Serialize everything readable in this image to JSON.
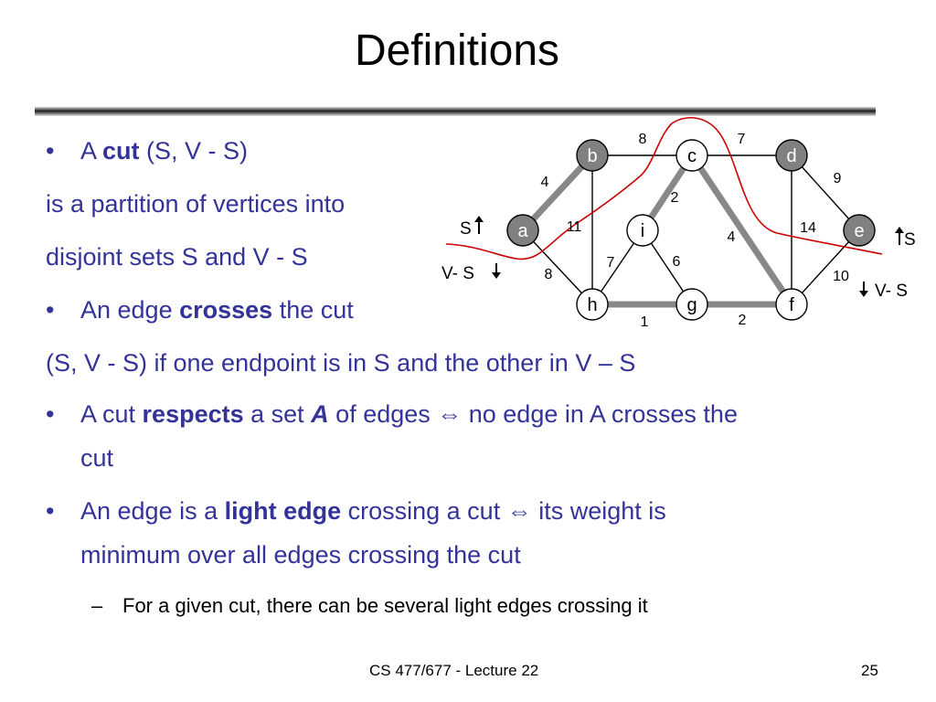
{
  "title": "Definitions",
  "bullets": {
    "b1": {
      "a": "A ",
      "bold": "cut",
      "rest": " (S, V - S)"
    },
    "l2": "is a partition of vertices into",
    "l3": "disjoint sets S and V - S",
    "b2": {
      "a": "An edge ",
      "bold": "crosses",
      "rest": " the cut"
    },
    "l5": "(S, V - S) if one endpoint is in S and the other in V – S",
    "b3": {
      "a": "A cut ",
      "bold": "respects",
      "mid": " a set ",
      "italic": "A",
      "rest": " of edges ⇔ no edge in A crosses the",
      "cont": "cut"
    },
    "b4": {
      "a": "An edge is a ",
      "bold": "light edge",
      "rest": " crossing a cut ⇔ its weight is",
      "cont": "minimum over all edges crossing the cut"
    },
    "sub1": "For a given cut, there can be several light edges crossing it",
    "bullet_char": "•",
    "dash_char": "–"
  },
  "graph": {
    "nodes": [
      {
        "id": "a",
        "label": "a",
        "fill": "#808080",
        "text_color": "#ffffff"
      },
      {
        "id": "b",
        "label": "b",
        "fill": "#808080",
        "text_color": "#ffffff"
      },
      {
        "id": "c",
        "label": "c",
        "fill": "#ffffff",
        "text_color": "#000000"
      },
      {
        "id": "d",
        "label": "d",
        "fill": "#808080",
        "text_color": "#ffffff"
      },
      {
        "id": "e",
        "label": "e",
        "fill": "#808080",
        "text_color": "#ffffff"
      },
      {
        "id": "f",
        "label": "f",
        "fill": "#ffffff",
        "text_color": "#000000"
      },
      {
        "id": "g",
        "label": "g",
        "fill": "#ffffff",
        "text_color": "#000000"
      },
      {
        "id": "h",
        "label": "h",
        "fill": "#ffffff",
        "text_color": "#000000"
      },
      {
        "id": "i",
        "label": "i",
        "fill": "#ffffff",
        "text_color": "#000000"
      }
    ],
    "edges": [
      {
        "from": "a",
        "to": "b",
        "weight": "4",
        "thick": true
      },
      {
        "from": "b",
        "to": "c",
        "weight": "8",
        "thick": false
      },
      {
        "from": "c",
        "to": "d",
        "weight": "7",
        "thick": false
      },
      {
        "from": "d",
        "to": "e",
        "weight": "9",
        "thick": false
      },
      {
        "from": "b",
        "to": "h",
        "weight": "11",
        "thick": false
      },
      {
        "from": "a",
        "to": "h",
        "weight": "8",
        "thick": false
      },
      {
        "from": "c",
        "to": "i",
        "weight": "2",
        "thick": true
      },
      {
        "from": "c",
        "to": "f",
        "weight": "4",
        "thick": true
      },
      {
        "from": "d",
        "to": "f",
        "weight": "14",
        "thick": false
      },
      {
        "from": "e",
        "to": "f",
        "weight": "10",
        "thick": false
      },
      {
        "from": "i",
        "to": "h",
        "weight": "7",
        "thick": false
      },
      {
        "from": "i",
        "to": "g",
        "weight": "6",
        "thick": false
      },
      {
        "from": "h",
        "to": "g",
        "weight": "1",
        "thick": true
      },
      {
        "from": "g",
        "to": "f",
        "weight": "2",
        "thick": true
      }
    ],
    "cut_labels": {
      "s_left": "S",
      "vs_left": "V- S",
      "s_right": "S",
      "vs_right": "V- S"
    },
    "colors": {
      "thick_edge": "#888888",
      "thin_edge": "#000000",
      "cut_line": "#cc0000",
      "text": "#333399"
    }
  },
  "footer": {
    "course": "CS 477/677 - Lecture 22",
    "page": "25"
  }
}
